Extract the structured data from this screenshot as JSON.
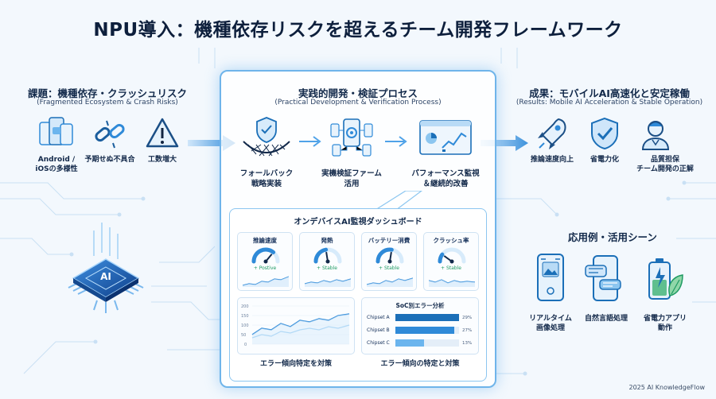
{
  "title": "NPU導入：機種依存リスクを超えるチーム開発フレームワーク",
  "left": {
    "title": "課題：機種依存・クラッシュリスク",
    "subtitle": "(Fragmented Ecosystem & Crash Risks)",
    "items": [
      {
        "icon": "phones-icon",
        "label1": "Android /",
        "label2": "iOSの多様性"
      },
      {
        "icon": "broken-link-icon",
        "label1": "予期せぬ不具合",
        "label2": ""
      },
      {
        "icon": "warning-icon",
        "label1": "工数増大",
        "label2": ""
      }
    ]
  },
  "center": {
    "title": "実践的開発・検証プロセス",
    "subtitle": "(Practical Development & Verification Process)",
    "steps": [
      {
        "icon": "shield-net-icon",
        "label1": "フォールバック",
        "label2": "戦略実装"
      },
      {
        "icon": "device-farm-icon",
        "label1": "実機検証ファーム",
        "label2": "活用"
      },
      {
        "icon": "monitor-chart-icon",
        "label1": "パフォーマンス監視",
        "label2": "＆継続的改善"
      }
    ],
    "dashboard": {
      "title": "オンデバイスAI監視ダッシュボード",
      "gauges": [
        {
          "label": "推論速度",
          "status": "+ Postive",
          "level": 0.72
        },
        {
          "label": "発熱",
          "status": "+ Stable",
          "level": 0.45
        },
        {
          "label": "バッテリー消費",
          "status": "+ Stable",
          "level": 0.55
        },
        {
          "label": "クラッシュ率",
          "status": "+ Stable",
          "level": 0.2
        }
      ],
      "line_chart": {
        "y_ticks": [
          "200",
          "150",
          "100",
          "50",
          "0"
        ],
        "caption": "エラー傾向特定を対策"
      },
      "bar_chart": {
        "title": "SoC別エラー分析",
        "bars": [
          {
            "label": "Chipset A",
            "value": 29,
            "value_text": "29%"
          },
          {
            "label": "Chipset B",
            "value": 27,
            "value_text": "27%"
          },
          {
            "label": "Chipset C",
            "value": 13,
            "value_text": "13%"
          }
        ],
        "caption": "エラー傾向の特定と対策"
      }
    }
  },
  "right": {
    "title": "成果：モバイルAI高速化と安定稼働",
    "subtitle": "(Results: Mobile AI Acceleration & Stable Operation)",
    "items": [
      {
        "icon": "rocket-icon",
        "label1": "推論速度向上",
        "label2": ""
      },
      {
        "icon": "shield-check-icon",
        "label1": "省電力化",
        "label2": ""
      },
      {
        "icon": "engineer-icon",
        "label1": "品質担保",
        "label2": "チーム開発の正解"
      }
    ],
    "use_cases": {
      "title": "応用例・活用シーン",
      "items": [
        {
          "icon": "image-phone-icon",
          "label1": "リアルタイム",
          "label2": "画像処理"
        },
        {
          "icon": "chat-phone-icon",
          "label1": "自然言語処理",
          "label2": ""
        },
        {
          "icon": "battery-leaf-icon",
          "label1": "省電力アプリ",
          "label2": "動作"
        }
      ]
    }
  },
  "chip": {
    "label": "AI"
  },
  "footer": "2025 AI KnowledgeFlow",
  "colors": {
    "accent": "#2f8ad8",
    "dark": "#12294a",
    "arrow": "#4fa2e8",
    "green": "#1e9a62"
  }
}
